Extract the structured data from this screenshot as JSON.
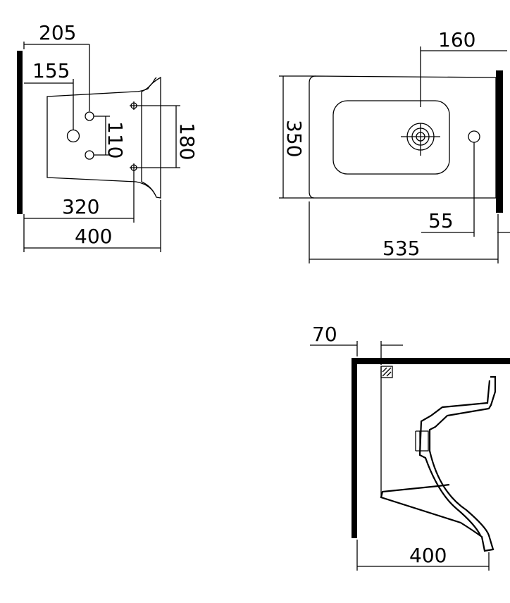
{
  "colors": {
    "ink": "#000000",
    "paper": "#ffffff"
  },
  "side_view": {
    "dim_205": "205",
    "dim_155": "155",
    "dim_110": "110",
    "dim_180": "180",
    "dim_320": "320",
    "dim_400": "400"
  },
  "top_view": {
    "dim_160": "160",
    "dim_350": "350",
    "dim_55": "55",
    "dim_535": "535"
  },
  "section_view": {
    "dim_70": "70",
    "dim_400": "400"
  }
}
